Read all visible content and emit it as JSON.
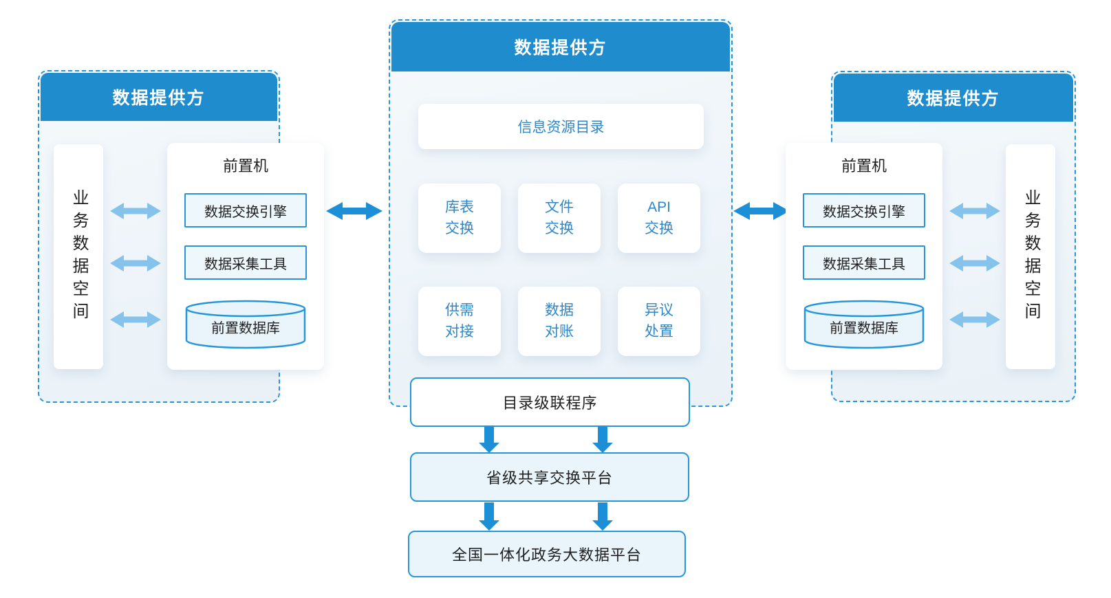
{
  "colors": {
    "header_blue": "#1f8ccd",
    "dashed_border_blue": "#2596dc",
    "box_border_blue": "#2a93d8",
    "light_arrow_blue": "#85c3ec",
    "dark_arrow_blue": "#1d8fd6",
    "accent_text_blue": "#2d87c8",
    "panel_body_tint": "#edf4f9",
    "cylinder_fill": "#e9f4fb"
  },
  "left_panel": {
    "title": "数据提供方",
    "business_data_space": "业务数据空间",
    "front_machine": {
      "title": "前置机",
      "exchange_engine": "数据交换引擎",
      "collect_tool": "数据采集工具",
      "front_database": "前置数据库"
    }
  },
  "center_panel": {
    "title": "数据提供方",
    "info_catalog": "信息资源目录",
    "functions": [
      "库表\n交换",
      "文件\n交换",
      "API\n交换",
      "供需\n对接",
      "数据\n对账",
      "异议\n处置"
    ],
    "catalog_cascade": "目录级联程序",
    "province_platform": "省级共享交换平台",
    "national_platform": "全国一体化政务大数据平台"
  },
  "right_panel": {
    "title": "数据提供方",
    "business_data_space": "业务数据空间",
    "front_machine": {
      "title": "前置机",
      "exchange_engine": "数据交换引擎",
      "collect_tool": "数据采集工具",
      "front_database": "前置数据库"
    }
  }
}
